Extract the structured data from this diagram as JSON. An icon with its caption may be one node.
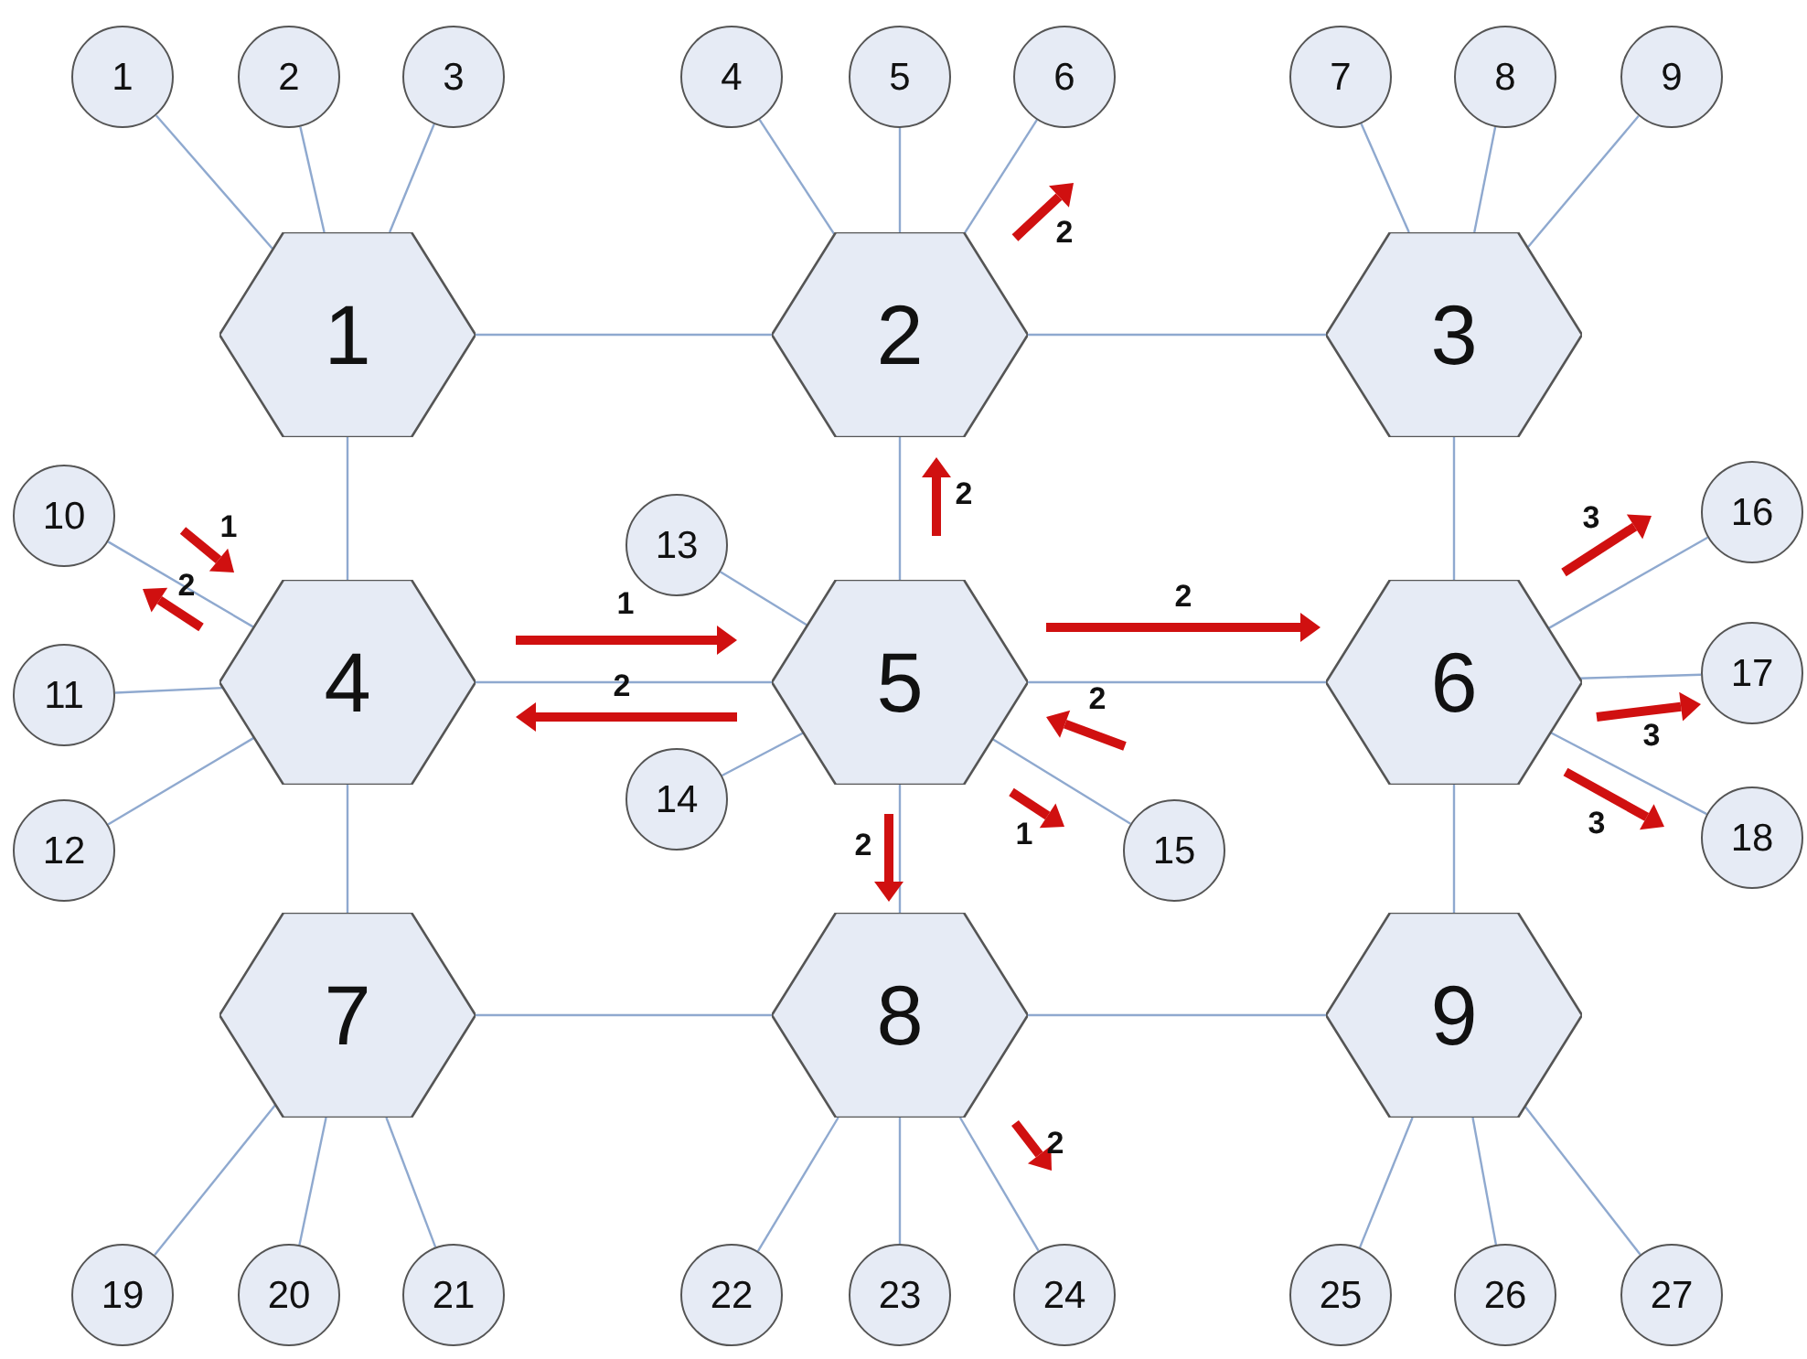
{
  "diagram": {
    "nodes": [
      {
        "text": [
          "1"
        ]
      },
      {
        "text": [
          "2"
        ]
      },
      {
        "text": [
          "3"
        ]
      },
      {
        "text": [
          "4"
        ]
      },
      {
        "text": [
          "5"
        ]
      },
      {
        "text": [
          "6"
        ]
      },
      {
        "text": [
          "7"
        ]
      },
      {
        "text": [
          "8"
        ]
      },
      {
        "text": [
          "9"
        ]
      },
      {
        "text": [
          "1"
        ]
      },
      {
        "text": [
          "2"
        ]
      },
      {
        "text": [
          "3"
        ]
      },
      {
        "text": [
          "10"
        ]
      },
      {
        "text": [
          "11"
        ]
      },
      {
        "text": [
          "12"
        ]
      },
      {
        "text": [
          "13"
        ]
      },
      {
        "text": [
          "14"
        ]
      },
      {
        "text": [
          "15"
        ]
      },
      {
        "text": [
          "16"
        ]
      },
      {
        "text": [
          "17"
        ]
      },
      {
        "text": [
          "18"
        ]
      },
      {
        "text": [
          "4"
        ]
      },
      {
        "text": [
          "5"
        ]
      },
      {
        "text": [
          "6"
        ]
      },
      {
        "text": [
          "7"
        ]
      },
      {
        "text": [
          "8"
        ]
      },
      {
        "text": [
          "9"
        ]
      },
      {
        "text": [
          "19"
        ]
      },
      {
        "text": [
          "20"
        ]
      },
      {
        "text": [
          "21"
        ]
      },
      {
        "text": [
          "22"
        ]
      },
      {
        "text": [
          "23"
        ]
      },
      {
        "text": [
          "24"
        ]
      },
      {
        "text": [
          "25"
        ]
      },
      {
        "text": [
          "26"
        ]
      },
      {
        "text": [
          "27"
        ]
      }
    ],
    "edges": [
      {
        "from": 9,
        "to": 10,
        "arrow": "none"
      },
      {
        "from": 10,
        "to": 11,
        "arrow": "none"
      },
      {
        "from": 9,
        "to": 21,
        "arrow": "none"
      },
      {
        "from": 10,
        "to": 22,
        "arrow": "none"
      },
      {
        "from": 11,
        "to": 23,
        "arrow": "none"
      },
      {
        "from": 21,
        "to": 22,
        "arrow": "none"
      },
      {
        "from": 22,
        "to": 23,
        "arrow": "none"
      },
      {
        "from": 21,
        "to": 24,
        "arrow": "none"
      },
      {
        "from": 22,
        "to": 25,
        "arrow": "none"
      },
      {
        "from": 23,
        "to": 26,
        "arrow": "none"
      },
      {
        "from": 24,
        "to": 25,
        "arrow": "none"
      },
      {
        "from": 25,
        "to": 26,
        "arrow": "none"
      },
      {
        "from": 0,
        "to": 9,
        "arrow": "none"
      },
      {
        "from": 1,
        "to": 9,
        "arrow": "none"
      },
      {
        "from": 2,
        "to": 9,
        "arrow": "none"
      },
      {
        "from": 3,
        "to": 10,
        "arrow": "none"
      },
      {
        "from": 4,
        "to": 10,
        "arrow": "none"
      },
      {
        "from": 5,
        "to": 10,
        "arrow": "none"
      },
      {
        "from": 6,
        "to": 11,
        "arrow": "none"
      },
      {
        "from": 7,
        "to": 11,
        "arrow": "none"
      },
      {
        "from": 8,
        "to": 11,
        "arrow": "none"
      },
      {
        "from": 12,
        "to": 21,
        "arrow": "none"
      },
      {
        "from": 13,
        "to": 21,
        "arrow": "none"
      },
      {
        "from": 14,
        "to": 21,
        "arrow": "none"
      },
      {
        "from": 15,
        "to": 22,
        "arrow": "none"
      },
      {
        "from": 16,
        "to": 22,
        "arrow": "none"
      },
      {
        "from": 17,
        "to": 22,
        "arrow": "none"
      },
      {
        "from": 18,
        "to": 23,
        "arrow": "none"
      },
      {
        "from": 19,
        "to": 23,
        "arrow": "none"
      },
      {
        "from": 20,
        "to": 23,
        "arrow": "none"
      },
      {
        "from": 27,
        "to": 24,
        "arrow": "none"
      },
      {
        "from": 28,
        "to": 24,
        "arrow": "none"
      },
      {
        "from": 29,
        "to": 24,
        "arrow": "none"
      },
      {
        "from": 30,
        "to": 25,
        "arrow": "none"
      },
      {
        "from": 31,
        "to": 25,
        "arrow": "none"
      },
      {
        "from": 32,
        "to": 25,
        "arrow": "none"
      },
      {
        "from": 33,
        "to": 26,
        "arrow": "none"
      },
      {
        "from": 34,
        "to": 26,
        "arrow": "none"
      },
      {
        "from": 35,
        "to": 26,
        "arrow": "none"
      }
    ],
    "labels": [
      "2",
      "2",
      "3",
      "1",
      "2",
      "2",
      "1",
      "2",
      "2",
      "3",
      "3",
      "1",
      "2",
      "2"
    ]
  }
}
